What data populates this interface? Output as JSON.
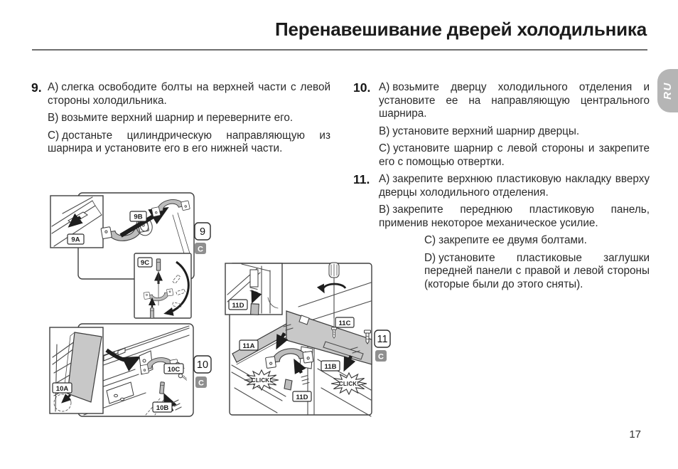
{
  "header": {
    "title": "Перенавешивание дверей холодильника",
    "language_tab": "RU"
  },
  "instructions": [
    {
      "number": "9.",
      "steps": [
        {
          "label": "А)",
          "text": "слегка освободите болты на верхней части с левой стороны холодильника."
        },
        {
          "label": "В)",
          "text": "возьмите верхний шарнир и переверните его."
        },
        {
          "label": "С)",
          "text": "достаньте цилиндрическую направляющую из шарнира и установите его в его нижней части."
        }
      ]
    },
    {
      "number": "10.",
      "steps": [
        {
          "label": "А)",
          "text": "возьмите дверцу холодильного отделения и установите ее на направляющую центрального шарнира."
        },
        {
          "label": "В)",
          "text": "установите верхний шарнир дверцы."
        },
        {
          "label": "С)",
          "text": "установите шарнир с левой стороны и закрепите его с помощью отвертки."
        }
      ]
    },
    {
      "number": "11.",
      "steps": [
        {
          "label": "А)",
          "text": "закрепите верхнюю пластиковую накладку вверху дверцы холодильного отделения."
        },
        {
          "label": "В)",
          "text": "закрепите переднюю пластиковую панель, применив некоторое механическое усилие."
        },
        {
          "label": "С)",
          "text": "закрепите ее двумя болтами."
        },
        {
          "label": "D)",
          "text": "установите пластиковые заглушки передней панели с правой и левой стороны (которые были до этого сняты)."
        }
      ]
    }
  ],
  "figures": {
    "fig9": {
      "ref": "9",
      "badge": "C",
      "label_a": "9A",
      "label_b": "9B",
      "label_c": "9C"
    },
    "fig10": {
      "ref": "10",
      "badge": "C",
      "label_a": "10A",
      "label_b": "10B",
      "label_c": "10C"
    },
    "fig11": {
      "ref": "11",
      "badge": "C",
      "label_a": "11A",
      "label_b": "11B",
      "label_c": "11C",
      "label_d": "11D",
      "click": "CLICK!"
    }
  },
  "footer": {
    "page_number": "17"
  },
  "colors": {
    "badge_gray": "#8f8f8f",
    "tab_gray": "#b5b5b5",
    "line_dark": "#3a3a3a",
    "panel_gray": "#c8c8c8"
  }
}
